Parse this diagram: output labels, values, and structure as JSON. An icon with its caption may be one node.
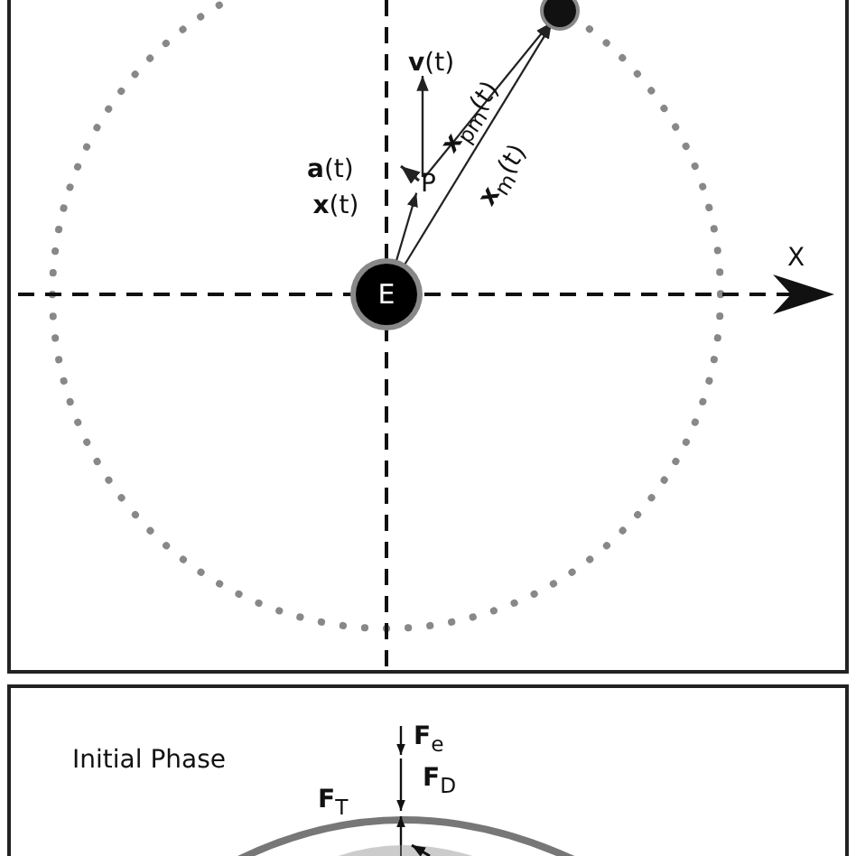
{
  "diagram": {
    "nodes": [
      {
        "text": [
          "E"
        ]
      },
      {
        "text": [
          "P"
        ]
      },
      {
        "text": [],
        "shape": "circle"
      }
    ],
    "edges": [
      {
        "from": 0,
        "to": 1,
        "arrow": "to",
        "label": "**x**(t)"
      },
      {
        "from": 1,
        "to": 2,
        "arrow": "to",
        "label": "**x**$_{pm}$(t)"
      },
      {
        "from": 0,
        "to": 2,
        "arrow": "to",
        "label": "**x**$_{m}$(t)"
      }
    ],
    "labels": [
      "**v**(t)",
      "**a**(t)",
      "X",
      "Initial Phase",
      "**F**$_{e}$",
      "**F**$_{D}$",
      "**F**$_{T}$"
    ]
  }
}
